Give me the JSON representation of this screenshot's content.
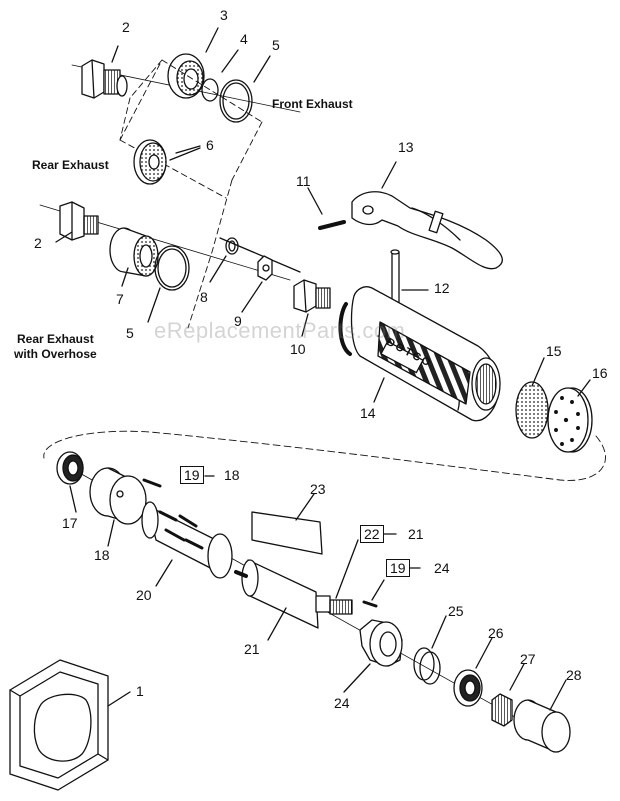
{
  "captions": {
    "front_exhaust": "Front Exhaust",
    "rear_exhaust": "Rear Exhaust",
    "rear_exhaust_overhose": "Rear Exhaust\nwith Overhose"
  },
  "watermark": "eReplacementParts.com",
  "brand_text": "DOTCO",
  "labels": {
    "p1": "1",
    "p2a": "2",
    "p2b": "2",
    "p3": "3",
    "p4": "4",
    "p5a": "5",
    "p5b": "5",
    "p6": "6",
    "p7": "7",
    "p8": "8",
    "p9": "9",
    "p10": "10",
    "p11": "11",
    "p12": "12",
    "p13": "13",
    "p14": "14",
    "p15": "15",
    "p16": "16",
    "p17": "17",
    "p18": "18",
    "p18ref": "18",
    "p19a": "19",
    "p19b": "19",
    "p20": "20",
    "p21": "21",
    "p21ref": "21",
    "p22": "22",
    "p23": "23",
    "p24": "24",
    "p24ref": "24",
    "p25": "25",
    "p26": "26",
    "p27": "27",
    "p28": "28"
  }
}
